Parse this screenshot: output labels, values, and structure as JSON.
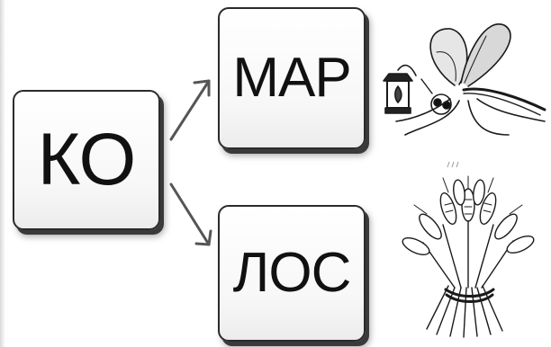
{
  "root": {
    "text": "КО"
  },
  "options": [
    {
      "text": "МАР",
      "picture": "mosquito-with-lantern-icon"
    },
    {
      "text": "ЛОС",
      "picture": "wheat-sheaf-icon"
    }
  ],
  "colors": {
    "ink": "#111111",
    "tile_border": "#2b2b2b",
    "arrow": "#555555"
  }
}
